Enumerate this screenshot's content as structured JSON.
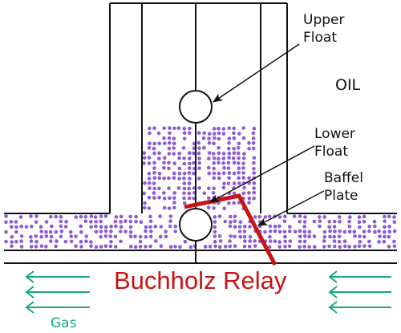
{
  "labels": {
    "upper_float": [
      "Upper",
      "Float"
    ],
    "lower_float": [
      "Lower",
      "Float"
    ],
    "baffle_plate": [
      "Baffel",
      "Plate"
    ],
    "oil": "OIL",
    "title": "Buchholz Relay",
    "gas": "Gas"
  },
  "colors": {
    "outline": "#111111",
    "bubbles": "#8e5bd6",
    "baffle": "#c81414",
    "title": "#c81414",
    "gas_arrows": "#1aa97a",
    "background": "#ffffff"
  },
  "icons": {
    "gas_arrow": "left-arrow",
    "pointer_arrow": "arrowhead"
  }
}
